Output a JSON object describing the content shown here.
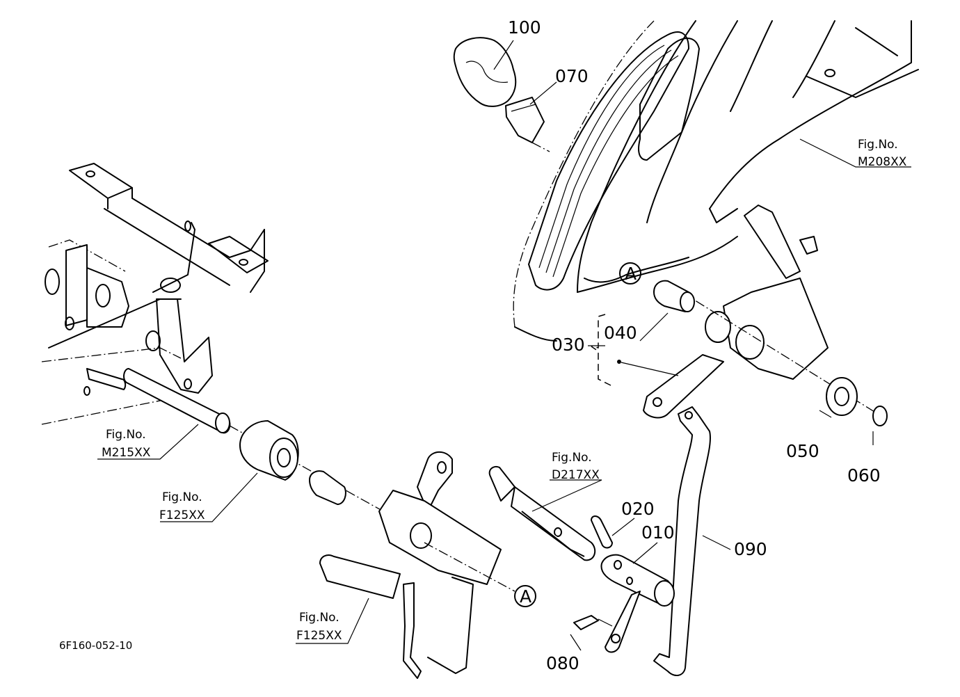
{
  "parts": {
    "p100": "100",
    "p070": "070",
    "p040": "040",
    "p030": "030",
    "p050": "050",
    "p060": "060",
    "p020": "020",
    "p010": "010",
    "p090": "090",
    "p080": "080"
  },
  "references": {
    "m208": {
      "line1": "Fig.No.",
      "line2": "M208XX"
    },
    "m215": {
      "line1": "Fig.No.",
      "line2": "M215XX"
    },
    "f125_upper": {
      "line1": "Fig.No.",
      "line2": "F125XX"
    },
    "f125_lower": {
      "line1": "Fig.No.",
      "line2": "F125XX"
    },
    "d217": {
      "line1": "Fig.No.",
      "line2": "D217XX"
    }
  },
  "markers": {
    "upper": "A",
    "lower": "A"
  },
  "drawing_code": "6F160-052-10"
}
